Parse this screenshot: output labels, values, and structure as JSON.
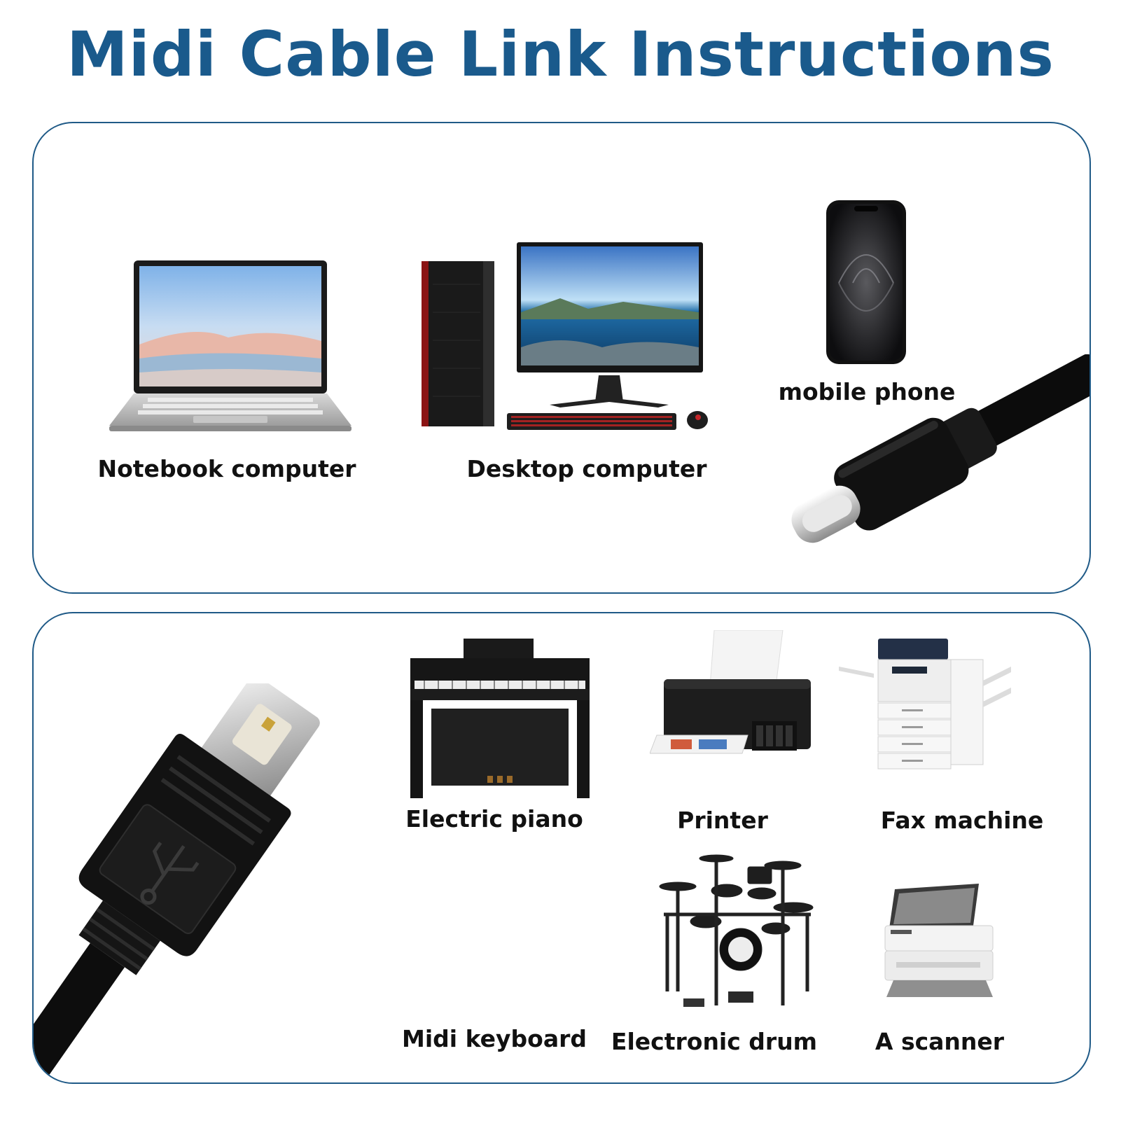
{
  "title": "Midi Cable Link Instructions",
  "colors": {
    "title": "#1a5a8c",
    "panel_border": "#1f5a87"
  },
  "top_panel": {
    "labels": {
      "notebook": "Notebook computer",
      "desktop": "Desktop computer",
      "phone": "mobile phone"
    },
    "connector": "usb-c-plug"
  },
  "bottom_panel": {
    "labels": {
      "piano": "Electric piano",
      "printer": "Printer",
      "fax": "Fax machine",
      "midi_keyboard": "Midi keyboard",
      "drum": "Electronic drum",
      "scanner": "A scanner"
    },
    "connector": "usb-b-plug"
  }
}
